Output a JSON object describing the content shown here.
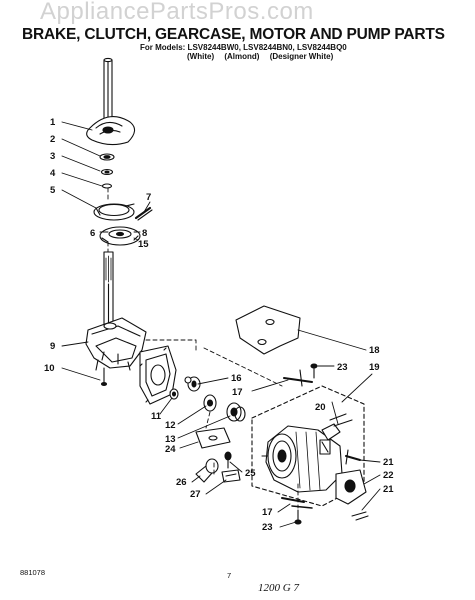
{
  "watermark": "AppliancePartsPros.com",
  "title": "BRAKE, CLUTCH, GEARCASE, MOTOR AND PUMP PARTS",
  "models_line": "For Models: LSV8244BW0, LSV8244BN0, LSV8244BQ0",
  "variants": [
    "(White)",
    "(Almond)",
    "(Designer White)"
  ],
  "callouts": [
    {
      "id": "1",
      "text": "1"
    },
    {
      "id": "2",
      "text": "2"
    },
    {
      "id": "3",
      "text": "3"
    },
    {
      "id": "4",
      "text": "4"
    },
    {
      "id": "5",
      "text": "5"
    },
    {
      "id": "6",
      "text": "6"
    },
    {
      "id": "7",
      "text": "7"
    },
    {
      "id": "8",
      "text": "8"
    },
    {
      "id": "15",
      "text": "15"
    },
    {
      "id": "9",
      "text": "9"
    },
    {
      "id": "10",
      "text": "10"
    },
    {
      "id": "11",
      "text": "11"
    },
    {
      "id": "12",
      "text": "12"
    },
    {
      "id": "13",
      "text": "13"
    },
    {
      "id": "24",
      "text": "24"
    },
    {
      "id": "16",
      "text": "16"
    },
    {
      "id": "17a",
      "text": "17"
    },
    {
      "id": "18",
      "text": "18"
    },
    {
      "id": "19",
      "text": "19"
    },
    {
      "id": "23a",
      "text": "23"
    },
    {
      "id": "20",
      "text": "20"
    },
    {
      "id": "21a",
      "text": "21"
    },
    {
      "id": "22",
      "text": "22"
    },
    {
      "id": "21b",
      "text": "21"
    },
    {
      "id": "25",
      "text": "25"
    },
    {
      "id": "26",
      "text": "26"
    },
    {
      "id": "27",
      "text": "27"
    },
    {
      "id": "17b",
      "text": "17"
    },
    {
      "id": "23b",
      "text": "23"
    }
  ],
  "doc_number": "881078",
  "page_number": "7",
  "handwritten_note": "1200 G 7"
}
